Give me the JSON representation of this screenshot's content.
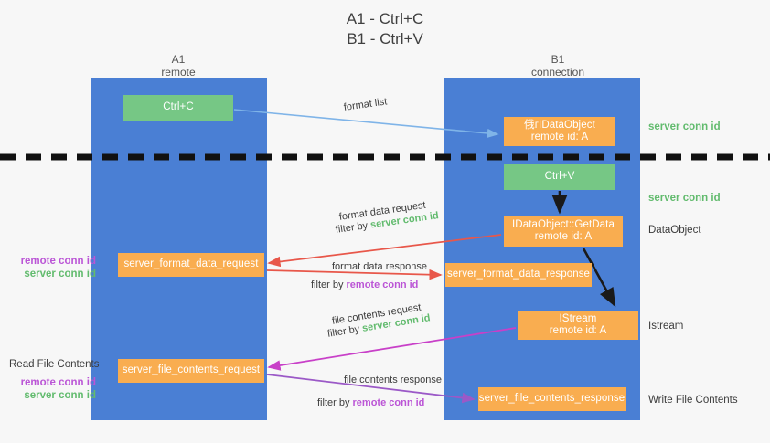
{
  "title": "A1 - Ctrl+C\nB1 - Ctrl+V",
  "lanes": {
    "left": {
      "header": "A1\nremote"
    },
    "right": {
      "header": "B1\nconnection"
    }
  },
  "boxes": {
    "ctrl_c": "Ctrl+C",
    "idataobject": "俄гIDataObject\nremote id: A",
    "ctrl_v": "Ctrl+V",
    "getdata": "IDataObject::GetData\nremote id: A",
    "server_format_data_request": "server_format_data_request",
    "server_format_data_response": "server_format_data_response",
    "istream": "IStream\nremote id: A",
    "server_file_contents_request": "server_file_contents_request",
    "server_file_contents_response": "server_file_contents_response"
  },
  "side_labels": {
    "server_conn_id_top": "server conn id",
    "server_conn_id_mid": "server conn id",
    "dataobject": "DataObject",
    "istream": "Istream",
    "write_file_contents": "Write File Contents",
    "read_file_contents": "Read File Contents",
    "remote_conn_id": "remote conn id",
    "server_conn_id": "server conn id"
  },
  "arrow_labels": {
    "format_list": "format list",
    "format_data_request": "format data request",
    "filter_by": "filter by",
    "format_data_response": "format data response",
    "file_contents_request": "file contents request",
    "file_contents_response": "file contents response",
    "server_conn_id": "server conn id",
    "remote_conn_id": "remote conn id"
  },
  "colors": {
    "lane": "#4a7fd4",
    "green_box": "#76c785",
    "orange_box": "#f9ad50",
    "server_conn_id": "#62bb6e",
    "remote_conn_id": "#bb55d6",
    "arrow_blue": "#7fb4e8",
    "arrow_red": "#e8574a",
    "arrow_magenta": "#c840c8",
    "arrow_purple": "#9b59c7",
    "arrow_black": "#1a1a1a",
    "divider": "#111111",
    "background": "#f7f7f7"
  }
}
